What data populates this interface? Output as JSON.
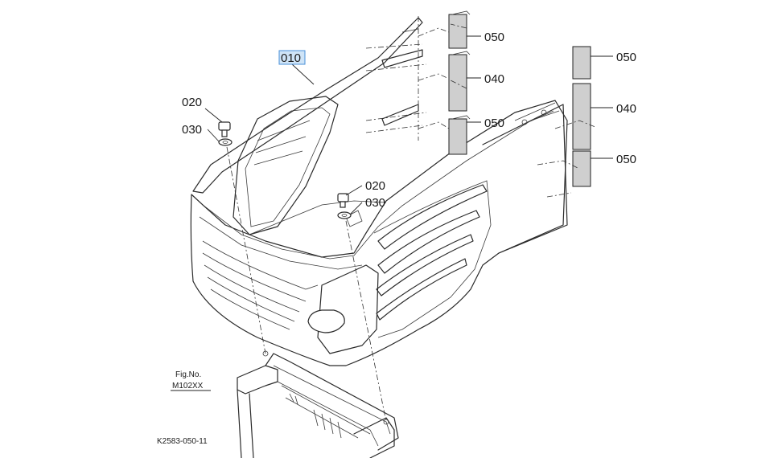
{
  "callouts": {
    "c010": "010",
    "c020_left": "020",
    "c030_left": "030",
    "c020_right": "020",
    "c030_right": "030",
    "c050_a": "050",
    "c040_a": "040",
    "c050_b": "050",
    "c050_c": "050",
    "c040_b": "040",
    "c050_d": "050"
  },
  "fig_ref": {
    "label": "Fig.No.",
    "number": "M102XX"
  },
  "drawing_id": "K2583-050-11",
  "highlight_color": "#cfe4f7"
}
